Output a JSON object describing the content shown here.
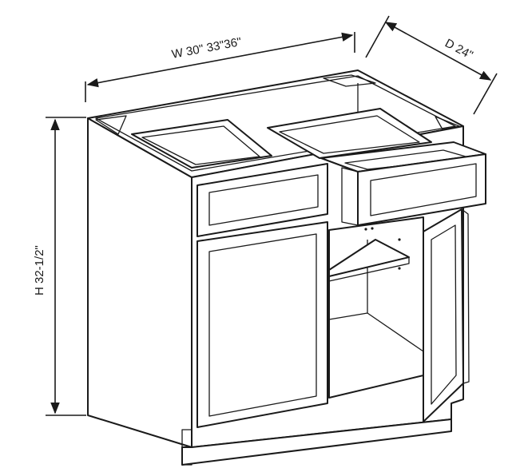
{
  "dimensions": {
    "width_label": "W 30\" 33\"36\"",
    "depth_label": "D 24\"",
    "height_label": "H 32-1/2\""
  },
  "colors": {
    "line": "#1a1a1a",
    "background": "#ffffff"
  }
}
